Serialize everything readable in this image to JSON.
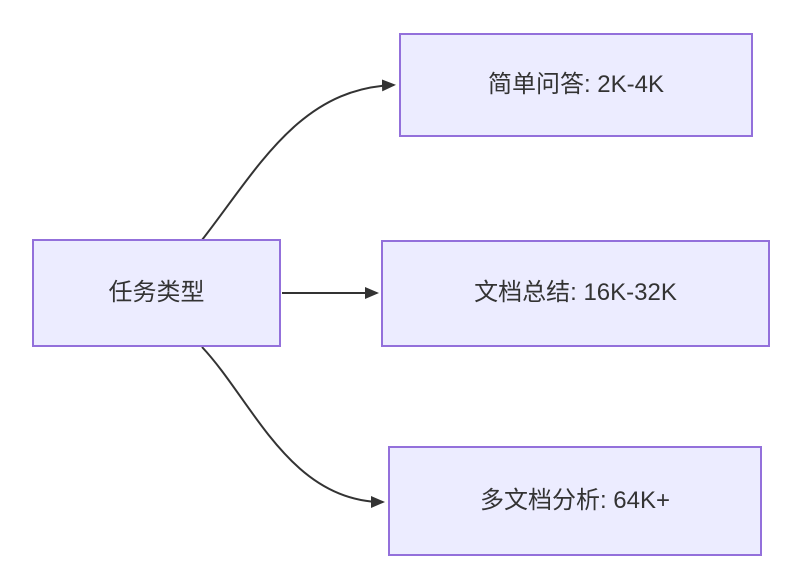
{
  "diagram": {
    "type": "flowchart",
    "direction": "left-to-right",
    "root": {
      "id": "task-type",
      "label": "任务类型"
    },
    "branches": [
      {
        "id": "simple-qa",
        "label": "简单问答: 2K-4K"
      },
      {
        "id": "doc-summary",
        "label": "文档总结: 16K-32K"
      },
      {
        "id": "multi-doc-analysis",
        "label": "多文档分析: 64K+"
      }
    ],
    "edges": [
      {
        "from": "task-type",
        "to": "simple-qa"
      },
      {
        "from": "task-type",
        "to": "doc-summary"
      },
      {
        "from": "task-type",
        "to": "multi-doc-analysis"
      }
    ],
    "colors": {
      "background": "#ffffff",
      "node_fill": "#ececff",
      "node_border": "#9370db",
      "node_text": "#333333",
      "edge_line": "#333333",
      "arrowhead": "#333333"
    }
  }
}
